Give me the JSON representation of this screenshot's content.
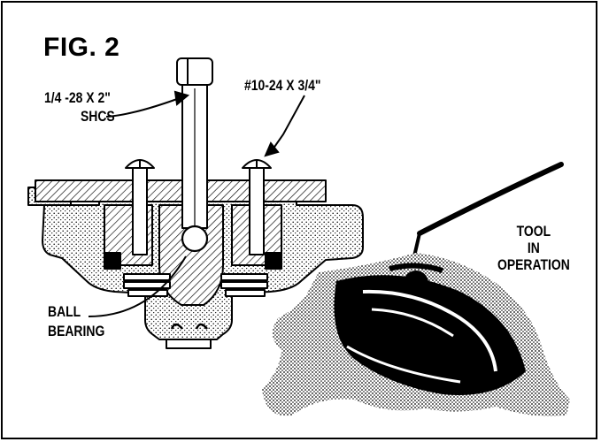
{
  "figure": {
    "title": "FIG. 2",
    "labels": {
      "shcs_size": "1/4 -28 X 2\"",
      "shcs_type": "SHCS",
      "screw_size": "#10-24 X 3/4\"",
      "tool_line1": "TOOL",
      "tool_line2": "IN",
      "tool_line3": "OPERATION",
      "ball_line1": "BALL",
      "ball_line2": "BEARING"
    }
  }
}
